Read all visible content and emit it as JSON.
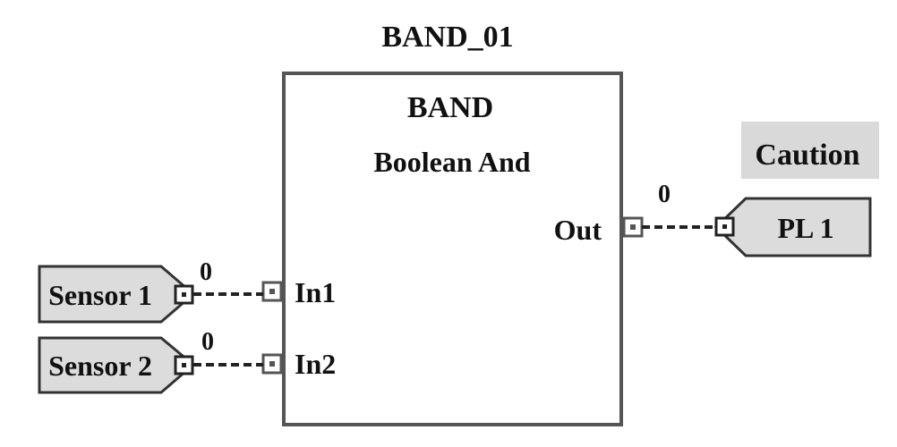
{
  "block": {
    "instance_name": "BAND_01",
    "type_name": "BAND",
    "description": "Boolean And",
    "inputs": [
      {
        "label": "In1"
      },
      {
        "label": "In2"
      }
    ],
    "output": {
      "label": "Out"
    }
  },
  "input_tags": [
    {
      "label": "Sensor 1",
      "signal_value": "0"
    },
    {
      "label": "Sensor 2",
      "signal_value": "0"
    }
  ],
  "output_tag": {
    "label": "PL 1",
    "signal_value": "0"
  },
  "annotation": {
    "text": "Caution"
  },
  "colors": {
    "tag_fill": "#dcdcdc",
    "caution_fill": "#d9d9d9",
    "stroke": "#333333",
    "block_stroke": "#555555"
  }
}
